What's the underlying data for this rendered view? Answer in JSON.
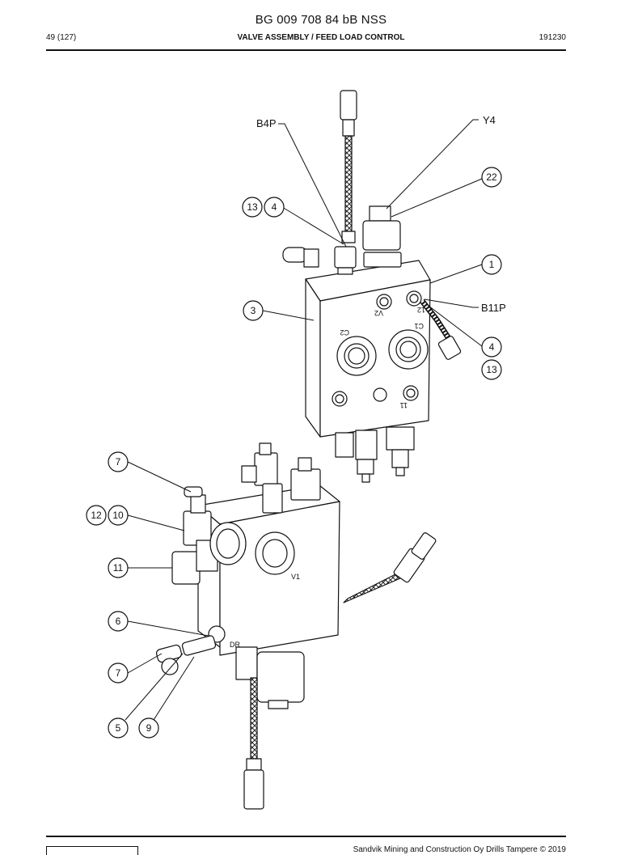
{
  "header": {
    "doc_number": "BG 009 708 84 bB NSS",
    "page": "49 (127)",
    "title": "VALVE ASSEMBLY / FEED LOAD CONTROL",
    "date": "191230"
  },
  "footer": {
    "copyright": "Sandvik Mining and Construction Oy Drills Tampere © 2019"
  },
  "diagram": {
    "callouts": [
      {
        "id": "c22",
        "label": "22"
      },
      {
        "id": "c13a",
        "label": "13"
      },
      {
        "id": "c4a",
        "label": "4"
      },
      {
        "id": "c1",
        "label": "1"
      },
      {
        "id": "c3",
        "label": "3"
      },
      {
        "id": "c4b",
        "label": "4"
      },
      {
        "id": "c13b",
        "label": "13"
      },
      {
        "id": "c7a",
        "label": "7"
      },
      {
        "id": "c12",
        "label": "12"
      },
      {
        "id": "c10",
        "label": "10"
      },
      {
        "id": "c11",
        "label": "11"
      },
      {
        "id": "c6",
        "label": "6"
      },
      {
        "id": "c7b",
        "label": "7"
      },
      {
        "id": "c5",
        "label": "5"
      },
      {
        "id": "c9",
        "label": "9"
      }
    ],
    "text_labels": {
      "b4p": "B4P",
      "y4": "Y4",
      "b11p": "B11P"
    },
    "part_markings": {
      "c2": "C2",
      "c1": "C1",
      "v2": "V2",
      "n12": "12",
      "n11": "11",
      "v1": "V1",
      "dr": "DR"
    }
  }
}
